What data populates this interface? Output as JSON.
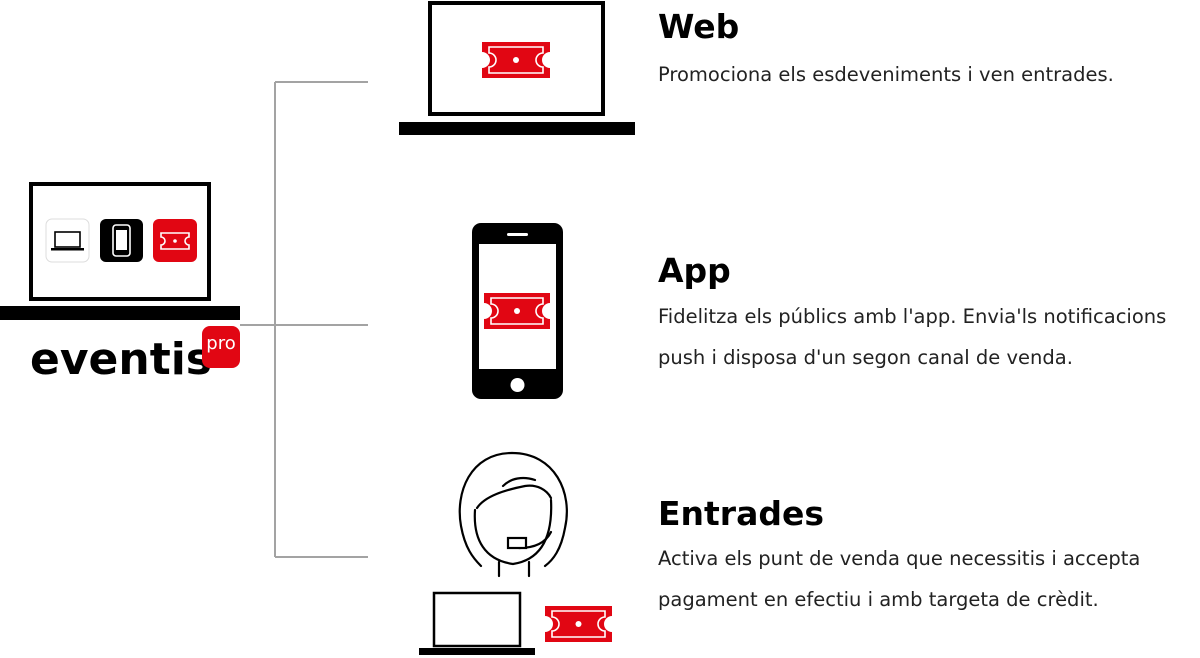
{
  "brand": {
    "name": "eventis",
    "badge": "pro"
  },
  "colors": {
    "accent": "#e10613",
    "line": "#a3a3a3",
    "ink": "#000000"
  },
  "channels": [
    {
      "title": "Web",
      "description": "Promociona els esdeveniments i ven entrades.",
      "icon": "laptop-ticket-icon"
    },
    {
      "title": "App",
      "description": "Fidelitza els públics amb l'app. Envia'ls notificacions push i disposa d'un segon canal de venda.",
      "icon": "phone-ticket-icon"
    },
    {
      "title": "Entrades",
      "description": "Activa els punt de venda que necessitis i accepta pagament en efectiu i amb targeta de crèdit.",
      "icon": "box-office-agent-icon"
    }
  ]
}
